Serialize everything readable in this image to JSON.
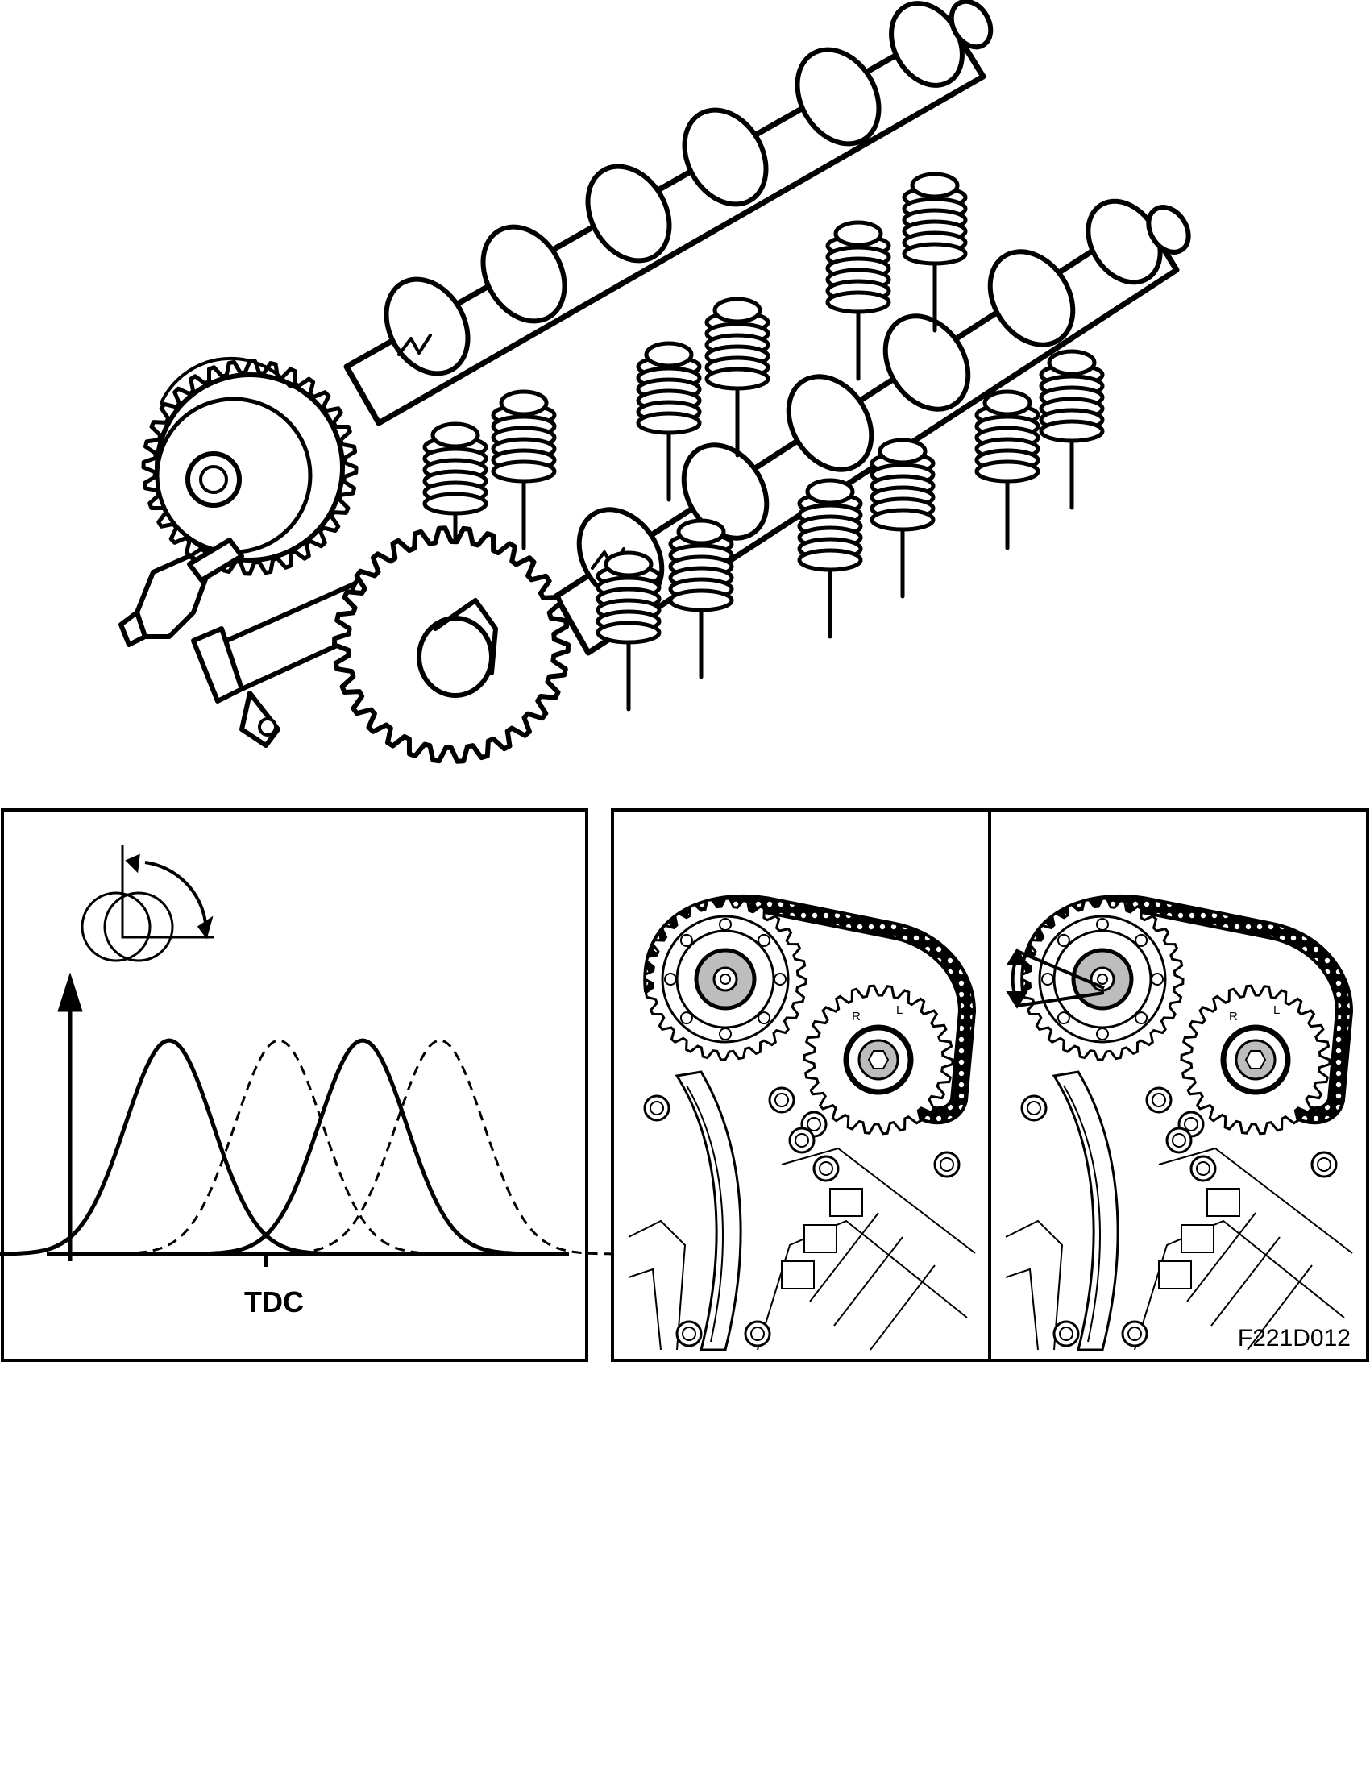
{
  "graph_panel": {
    "x_marker_label": "TDC"
  },
  "sprocket_panels": {
    "left": {
      "mark_r": "R",
      "mark_l": "L"
    },
    "right": {
      "mark_r": "R",
      "mark_l": "L"
    }
  },
  "figure_code": "F221D012",
  "chart_data": {
    "type": "line",
    "title": "",
    "xlabel": "",
    "ylabel": "",
    "x_tick_labels": [
      "TDC"
    ],
    "grid": false,
    "series": [
      {
        "style": "solid",
        "peak_x": -0.75
      },
      {
        "style": "dashed",
        "peak_x": 0.1
      },
      {
        "style": "solid",
        "peak_x": 0.75
      },
      {
        "style": "dashed",
        "peak_x": 1.35
      }
    ]
  },
  "colors": {
    "line": "#000000",
    "background": "#ffffff",
    "hub_shading": "#bdbdbd"
  }
}
